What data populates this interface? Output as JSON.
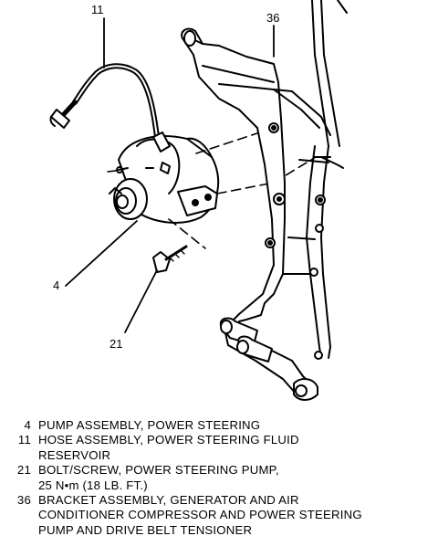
{
  "callouts": [
    {
      "id": "11",
      "label": "11"
    },
    {
      "id": "36",
      "label": "36"
    },
    {
      "id": "4",
      "label": "4"
    },
    {
      "id": "21",
      "label": "21"
    }
  ],
  "legend": [
    {
      "num": "4",
      "text": "PUMP ASSEMBLY, POWER STEERING"
    },
    {
      "num": "11",
      "text": "HOSE ASSEMBLY, POWER STEERING FLUID\nRESERVOIR"
    },
    {
      "num": "21",
      "text": "BOLT/SCREW, POWER STEERING PUMP,\n25 N•m (18 LB. FT.)"
    },
    {
      "num": "36",
      "text": "BRACKET ASSEMBLY, GENERATOR AND AIR\nCONDITIONER COMPRESSOR AND POWER STEERING\nPUMP AND DRIVE BELT TENSIONER"
    }
  ]
}
